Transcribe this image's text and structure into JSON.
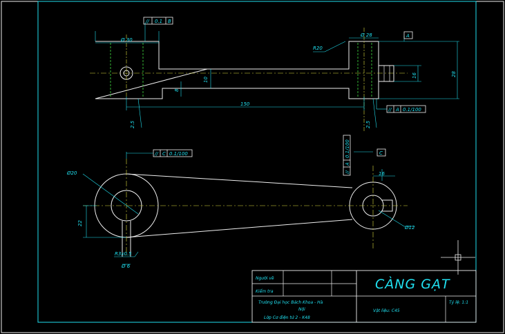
{
  "drawing": {
    "title": "CÀNG GẠT",
    "material": "Vật liệu: C45",
    "scale": "Tỷ lệ: 1:1",
    "row_drawn": "Người vẽ",
    "row_checked": "Kiểm tra",
    "school_line1": "Trường Đại học Bách Khoa - Hà",
    "school_line2": "Nội",
    "class_line": "Lớp Cơ điện tử 2 - K48"
  },
  "dimensions": {
    "top_left_diameter": "Ø 30",
    "top_right_diameter": "Ø 28",
    "radius": "R20",
    "length": "150",
    "thickness_10": "10",
    "thickness_8": "8",
    "flat_tol": "0.1",
    "par_tol_bottom": "0.1/100",
    "chamfer_left": "2.5",
    "chamfer_right": "2.5",
    "right_height": "28",
    "datum_a": "A",
    "datum_c": "C",
    "par_c_tol": "0.1/100",
    "perp_a_tol": "0.1/100",
    "dim_16": "16",
    "big_circle": "Ø20",
    "small_circle": "Ø12",
    "offset_22": "22",
    "hole_label": "R3x0.5",
    "dim_6": "Ø 6"
  },
  "colors": {
    "cyan": "#20e0f0",
    "white": "#f0f0f0",
    "yellow": "#e0e040",
    "green": "#40e040"
  }
}
